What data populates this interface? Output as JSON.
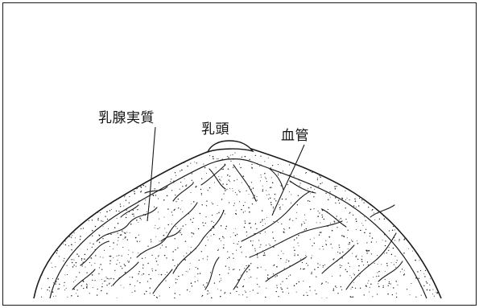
{
  "labels": {
    "mammary_parenchyma": "乳腺実質",
    "nipple": "乳頭",
    "blood_vessel": "血管"
  },
  "colors": {
    "line": "#1a1a1a",
    "background": "#ffffff"
  }
}
